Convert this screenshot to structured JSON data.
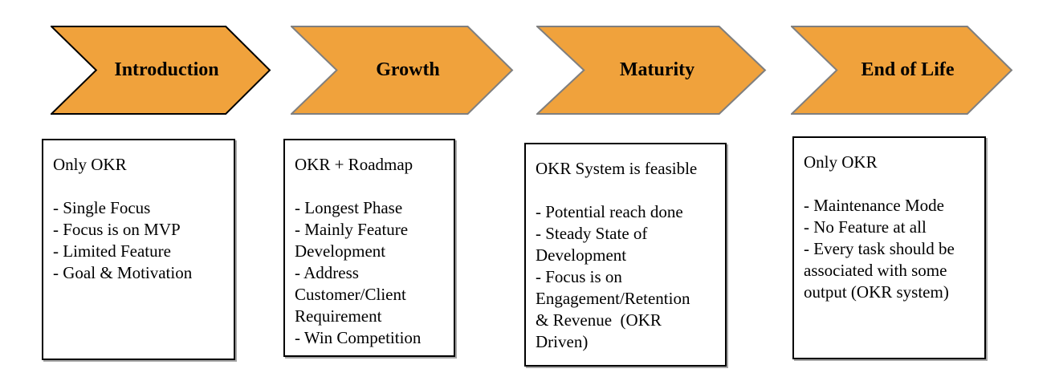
{
  "colors": {
    "background": "#FFFFFF",
    "chevron_fill": "#F0A23C",
    "chevron_stroke_first": "#000000",
    "chevron_stroke_rest": "#7F7F7F",
    "box_border": "#000000",
    "box_background": "#FFFFFF",
    "text": "#000000"
  },
  "phases": [
    {
      "label": "Introduction",
      "box": {
        "title": "Only OKR",
        "lines": [
          "- Single Focus",
          "- Focus is on MVP",
          "- Limited Feature",
          "- Goal & Motivation"
        ]
      }
    },
    {
      "label": "Growth",
      "box": {
        "title": "OKR + Roadmap",
        "lines": [
          "- Longest Phase",
          "- Mainly Feature",
          "Development",
          "- Address",
          "Customer/Client",
          "Requirement",
          "- Win Competition"
        ]
      }
    },
    {
      "label": "Maturity",
      "box": {
        "title": "OKR System is feasible",
        "lines": [
          "- Potential reach done",
          "- Steady State of",
          "Development",
          "- Focus is on",
          "Engagement/Retention",
          "& Revenue  (OKR",
          "Driven)"
        ]
      }
    },
    {
      "label": "End of Life",
      "box": {
        "title": "Only OKR",
        "lines": [
          "- Maintenance Mode",
          "- No Feature at all",
          "- Every task should be",
          "associated with some",
          "output (OKR system)"
        ]
      }
    }
  ]
}
